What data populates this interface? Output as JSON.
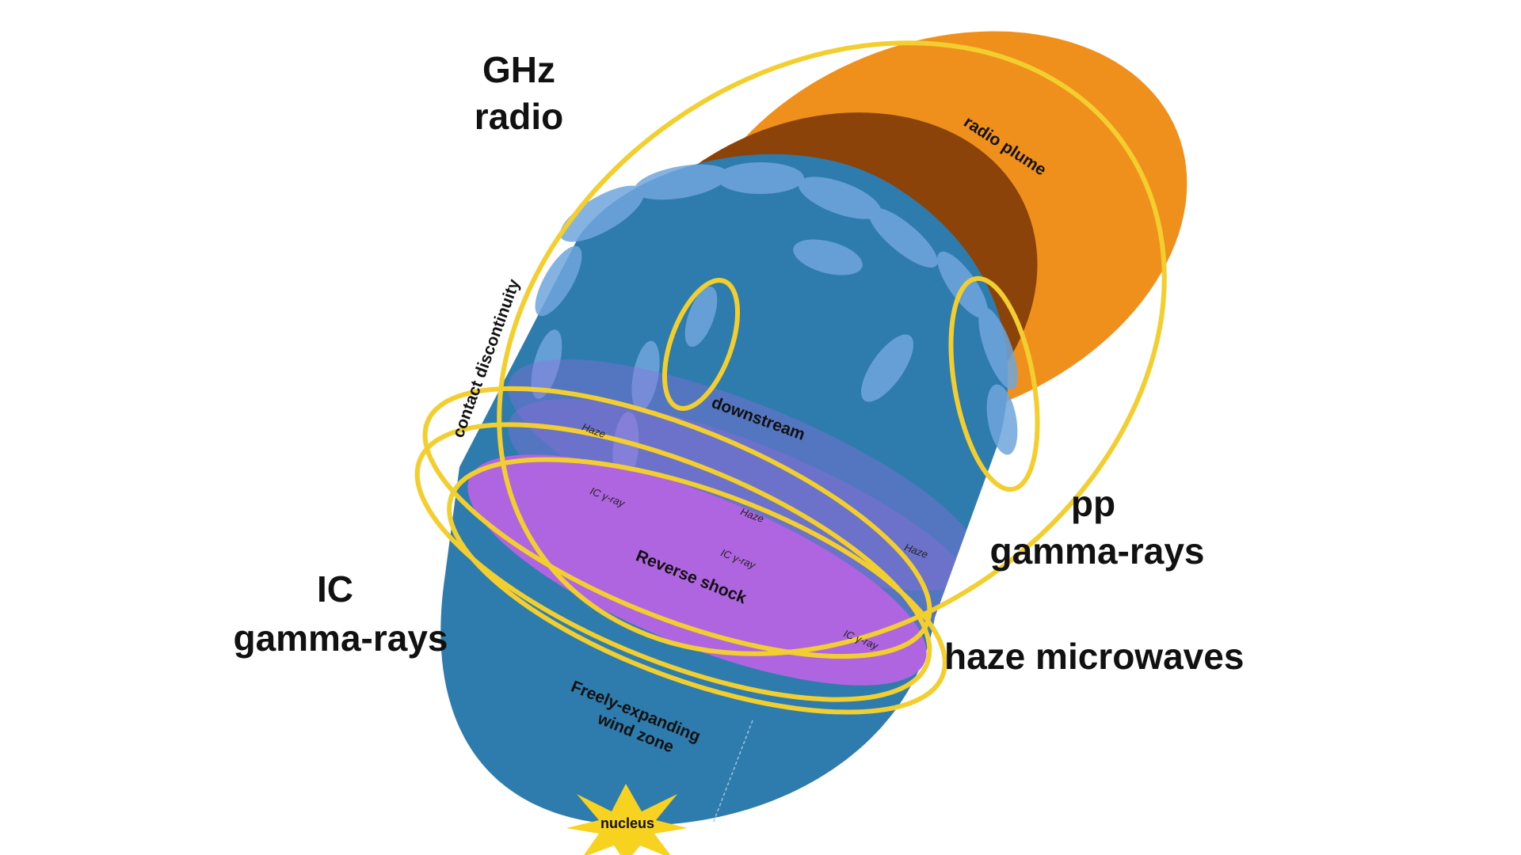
{
  "labels": {
    "ghz_radio_line1": "GHz",
    "ghz_radio_line2": "radio",
    "pp_line1": "pp",
    "pp_line2": "gamma-rays",
    "ic_line1": "IC",
    "ic_line2": "gamma-rays",
    "haze_microwaves": "haze microwaves",
    "radio_plume": "radio plume",
    "contact_discontinuity": "contact discontinuity",
    "downstream": "downstream",
    "reverse_shock": "Reverse shock",
    "freely_expanding": "Freely-expanding",
    "wind_zone": "wind zone",
    "nucleus": "nucleus",
    "haze_1": "Haze",
    "haze_2": "Haze",
    "haze_3": "Haze",
    "ic_gamma_small_1": "IC γ-ray",
    "ic_gamma_small_2": "IC γ-ray",
    "ic_gamma_small_3": "IC γ-ray"
  },
  "colors": {
    "background": "#ffffff",
    "radio_plume": "#F0901C",
    "shell_brown": "#8B4309",
    "wind_blue": "#2E7CAE",
    "cloud_blue": "#6FA6DC",
    "reverse_shock_purple": "#B065E0",
    "haze_violet": "#9B6BE0",
    "outline_yellow": "#F2CE2E",
    "nucleus_yellow": "#F7D21E"
  }
}
